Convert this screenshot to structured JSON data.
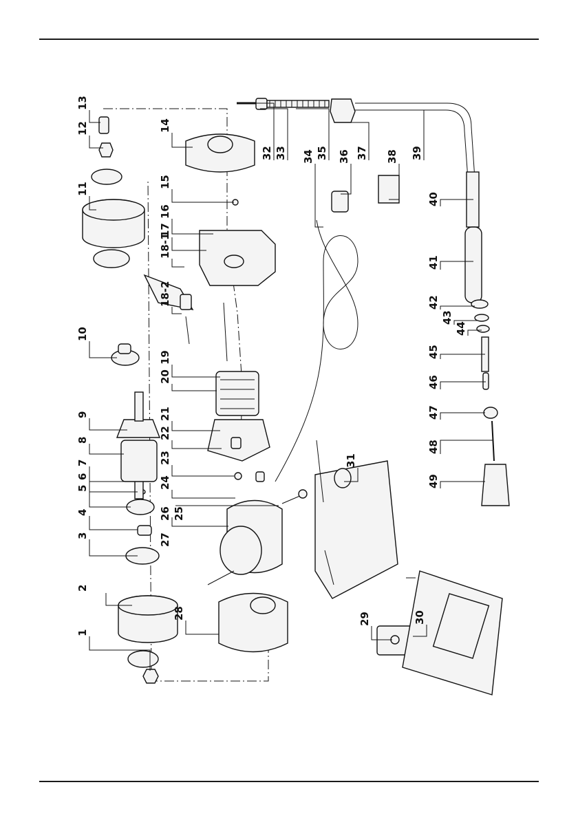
{
  "diagram": {
    "callouts": [
      "1",
      "2",
      "3",
      "4",
      "5",
      "6",
      "7",
      "8",
      "9",
      "10",
      "11",
      "12",
      "13",
      "14",
      "15",
      "16",
      "17",
      "18-1",
      "18-2",
      "19",
      "20",
      "21",
      "22",
      "23",
      "24",
      "25",
      "26",
      "27",
      "28",
      "29",
      "30",
      "31",
      "32",
      "33",
      "34",
      "35",
      "36",
      "37",
      "38",
      "39",
      "40",
      "41",
      "42",
      "43",
      "44",
      "45",
      "46",
      "47",
      "48",
      "49"
    ]
  }
}
